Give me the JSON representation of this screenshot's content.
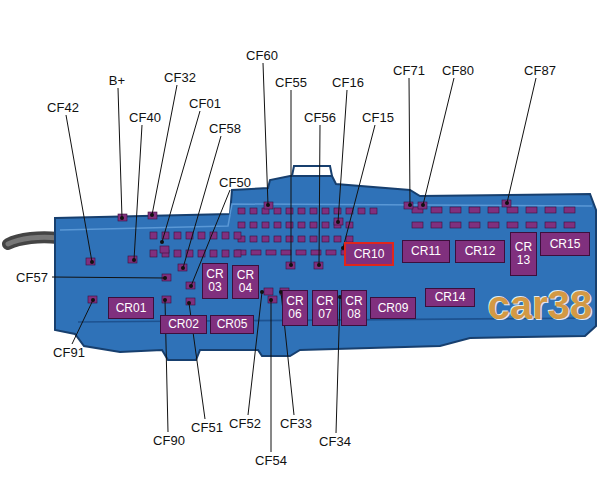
{
  "diagram": {
    "nodes": [
      {
        "text": [
          "CR01"
        ]
      },
      {
        "text": [
          "CR02"
        ]
      },
      {
        "text": [
          "CR 03"
        ]
      },
      {
        "text": [
          "CR 04"
        ]
      },
      {
        "text": [
          "CR05"
        ]
      },
      {
        "text": [
          "CR 06"
        ]
      },
      {
        "text": [
          "CR 07"
        ]
      },
      {
        "text": [
          "CR 08"
        ]
      },
      {
        "text": [
          "CR09"
        ]
      },
      {
        "text": [
          "CR10"
        ]
      },
      {
        "text": [
          "CR11"
        ]
      },
      {
        "text": [
          "CR12"
        ]
      },
      {
        "text": [
          "CR 13"
        ]
      },
      {
        "text": [
          "CR14"
        ]
      },
      {
        "text": [
          "CR15"
        ]
      }
    ],
    "labels": [
      "CF60",
      "B+",
      "CF32",
      "CF42",
      "CF40",
      "CF01",
      "CF58",
      "CF50",
      "CF55",
      "CF16",
      "CF56",
      "CF15",
      "CF71",
      "CF80",
      "CF87",
      "CF57",
      "CF91",
      "CF90",
      "CF51",
      "CF52",
      "CF33",
      "CF54",
      "CF34",
      "car38"
    ]
  }
}
